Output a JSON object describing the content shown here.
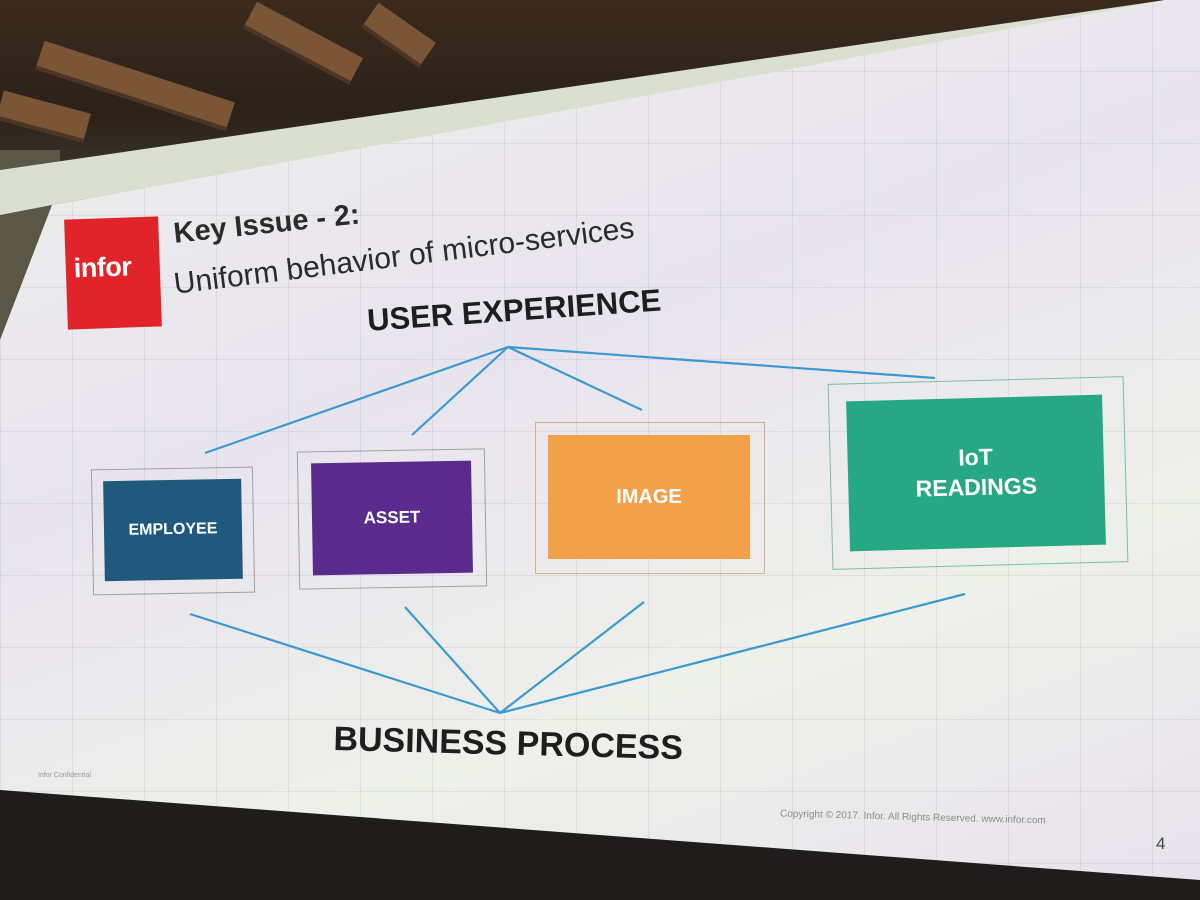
{
  "slide": {
    "logo_text": "infor",
    "title_line1": "Key Issue - 2:",
    "title_line2": "Uniform behavior of micro-services",
    "top_label": "USER EXPERIENCE",
    "bottom_label": "BUSINESS PROCESS",
    "boxes": [
      {
        "label": "EMPLOYEE",
        "color": "#1f5a7c"
      },
      {
        "label": "ASSET",
        "color": "#5a2a8c"
      },
      {
        "label": "IMAGE",
        "color": "#f2a04a"
      },
      {
        "label": "IoT\nREADINGS",
        "color": "#27a884"
      }
    ],
    "footer": "Copyright © 2017. Infor. All Rights Reserved. www.infor.com",
    "page_number": "4",
    "confidential": "Infor Confidential",
    "connector_color": "#3a9ad0"
  }
}
